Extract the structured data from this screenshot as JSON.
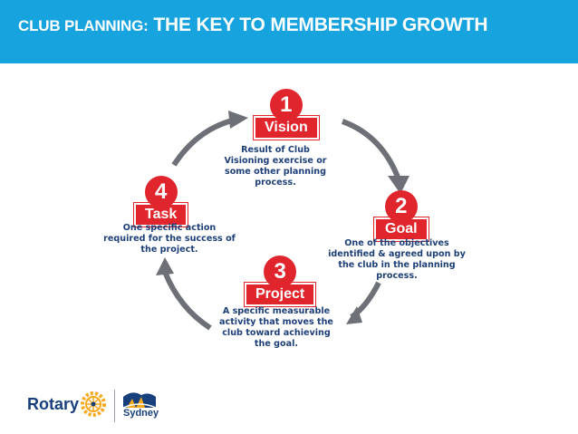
{
  "header": {
    "title_small": "CLUB PLANNING",
    "title_colon": ":",
    "title_big": " THE KEY TO MEMBERSHIP GROWTH"
  },
  "colors": {
    "header_bg": "#17a3de",
    "step_red": "#e0262c",
    "desc_blue": "#1d3f78",
    "arrow_gray": "#6d7077",
    "rotary_gold": "#f7a81b",
    "rotary_blue": "#173f7c"
  },
  "steps": [
    {
      "number": "1",
      "label": "Vision",
      "description": "Result of Club Visioning exercise or some other planning process."
    },
    {
      "number": "2",
      "label": "Goal",
      "description": "One of the objectives identified & agreed upon by the club in the planning process."
    },
    {
      "number": "3",
      "label": "Project",
      "description": "A specific measurable activity that moves the club toward achieving the goal."
    },
    {
      "number": "4",
      "label": "Task",
      "description": "One specific action required for the success of the project."
    }
  ],
  "footer": {
    "rotary_text": "Rotary",
    "logo_icon": "rotary-wheel-icon",
    "district_logo_icon": "sydney-harbour-logo-icon",
    "district_text": "Sydney"
  }
}
